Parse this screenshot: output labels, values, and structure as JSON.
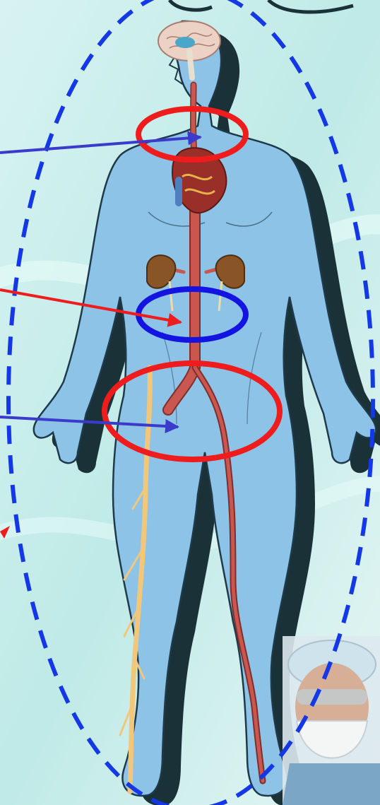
{
  "scene": {
    "subject": "human-body-vascular-anatomy",
    "colors": {
      "background": "#c9efee",
      "body": "#8ec3e8",
      "body_outline": "#1e3a4a",
      "shadow": "#1b3138",
      "aorta": "#c9574f",
      "nerve": "#f2c77a",
      "red_marker": "#ee1c1c",
      "blue_marker": "#1414e0",
      "arrow_blue": "#3a3acb",
      "arrow_red": "#ee1c1c",
      "dashed_outline": "#1438e6"
    }
  },
  "markers": [
    {
      "name": "neck",
      "color": "red"
    },
    {
      "name": "abdomen",
      "color": "blue"
    },
    {
      "name": "pelvis",
      "color": "red"
    }
  ],
  "arrows": [
    {
      "target": "neck",
      "color": "blue"
    },
    {
      "target": "abdomen",
      "color": "red"
    },
    {
      "target": "pelvis",
      "color": "blue"
    },
    {
      "target": "off-left",
      "color": "red"
    }
  ],
  "icons": [
    "brain-icon",
    "heart-icon",
    "kidney-icon",
    "surgeon-photo"
  ]
}
